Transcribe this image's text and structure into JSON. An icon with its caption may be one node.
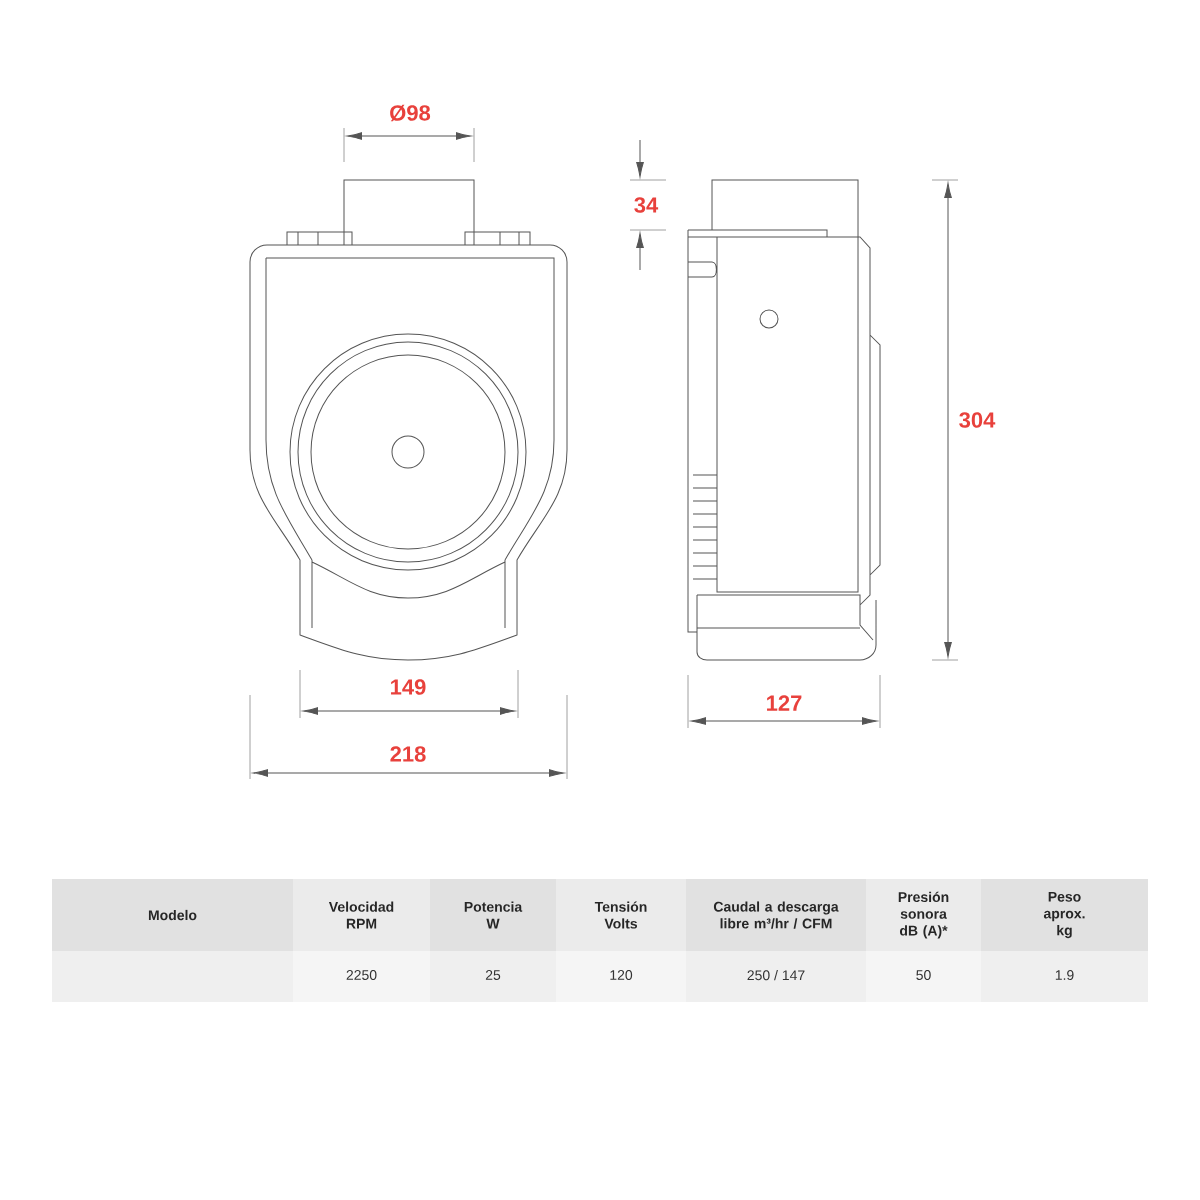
{
  "diagram": {
    "labels": [
      "Ø98",
      "34",
      "304",
      "149",
      "127",
      "218",
      "Modelo",
      "Velocidad RPM",
      "Potencia W",
      "Tensión Volts",
      "Caudal a descarga libre m³/hr / CFM",
      "Presión sonora dB (A)*",
      "Peso aprox. kg",
      "2250",
      "25",
      "120",
      "250 / 147",
      "50",
      "1.9"
    ]
  }
}
